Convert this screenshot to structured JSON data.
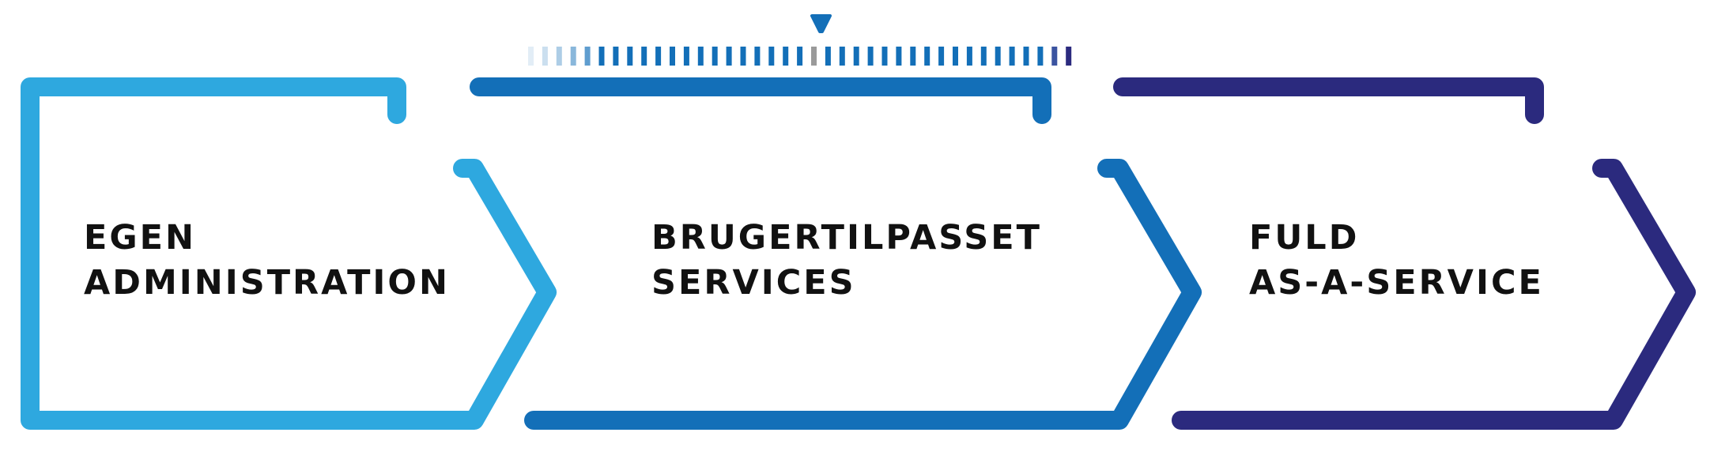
{
  "colors": {
    "stage_1": "#2ea8df",
    "stage_2": "#136fb8",
    "stage_3": "#2b2a7e",
    "marker": "#136fb8",
    "tick_active": "#136fb8",
    "tick_current": "#9a9a9a",
    "tick_last": "#2b2a7e",
    "text": "#111111"
  },
  "stages": [
    {
      "id": "stage-1",
      "color_key": "stage_1",
      "lines": [
        "EGEN",
        "ADMINISTRATION"
      ]
    },
    {
      "id": "stage-2",
      "color_key": "stage_2",
      "lines": [
        "BRUGERTILPASSET",
        "SERVICES"
      ]
    },
    {
      "id": "stage-3",
      "color_key": "stage_3",
      "lines": [
        "FULD",
        "AS-A-SERVICE"
      ]
    }
  ],
  "scale": {
    "tick_count": 39,
    "fade_in_ticks": 5,
    "current_tick_index": 20,
    "marker_icon": "triangle-down-icon"
  }
}
